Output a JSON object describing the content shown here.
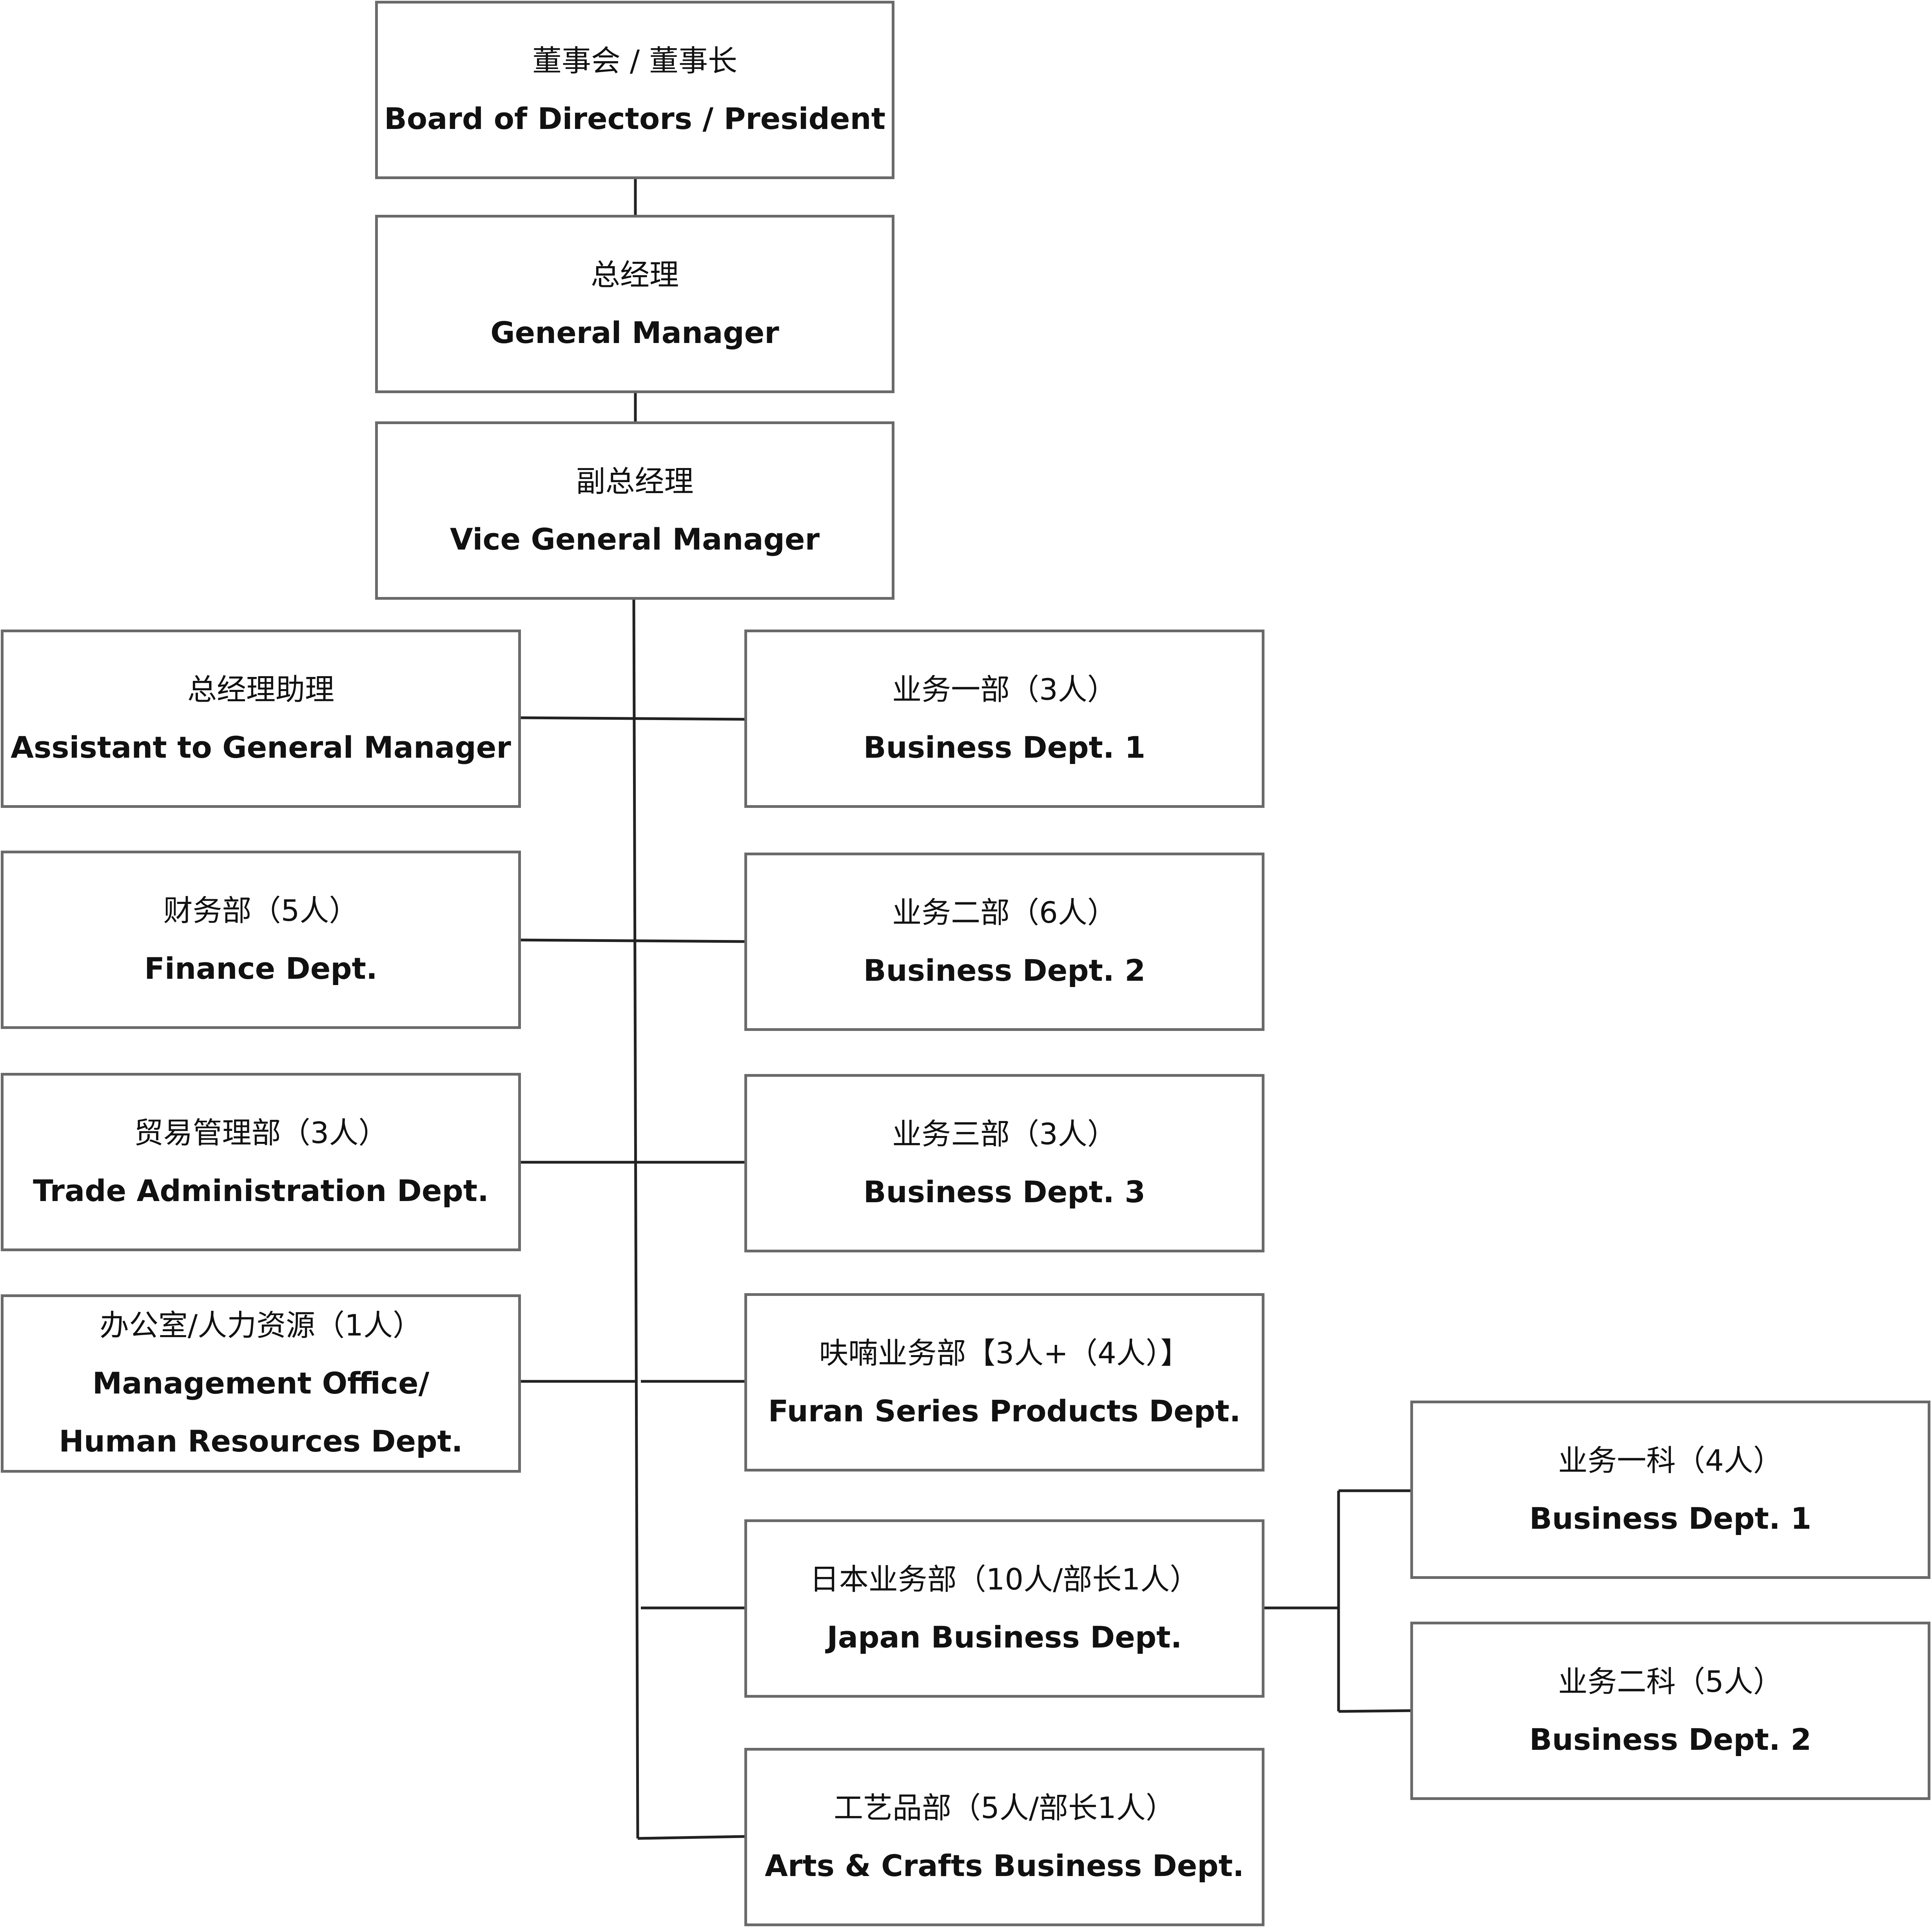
{
  "nodes": {
    "board": {
      "zh": "董事会 / 董事长",
      "en": "Board of Directors / President"
    },
    "gm": {
      "zh": "总经理",
      "en": "General Manager"
    },
    "vgm": {
      "zh": "副总经理",
      "en": "Vice General Manager"
    },
    "assistant": {
      "zh": "总经理助理",
      "en": "Assistant to General Manager"
    },
    "finance": {
      "zh": "财务部（5人）",
      "en": "Finance Dept."
    },
    "trade": {
      "zh": "贸易管理部（3人）",
      "en": "Trade Administration Dept."
    },
    "office": {
      "zh": "办公室/人力资源（1人）",
      "en1": "Management Office/",
      "en2": "Human Resources Dept."
    },
    "biz1": {
      "zh": "业务一部（3人）",
      "en": "Business Dept. 1"
    },
    "biz2": {
      "zh": "业务二部（6人）",
      "en": "Business Dept. 2"
    },
    "biz3": {
      "zh": "业务三部（3人）",
      "en": "Business Dept. 3"
    },
    "furan": {
      "zh": "呋喃业务部【3人+（4人）】",
      "en": "Furan Series Products Dept."
    },
    "japan": {
      "zh": "日本业务部（10人/部长1人）",
      "en": "Japan Business Dept."
    },
    "arts": {
      "zh": "工艺品部（5人/部长1人）",
      "en": "Arts & Crafts Business Dept."
    },
    "japan_sec1": {
      "zh": "业务一科（4人）",
      "en": "Business Dept. 1"
    },
    "japan_sec2": {
      "zh": "业务二科（5人）",
      "en": "Business Dept. 2"
    }
  },
  "edges": [
    [
      "board",
      "gm"
    ],
    [
      "gm",
      "vgm"
    ],
    [
      "vgm",
      "assistant"
    ],
    [
      "vgm",
      "finance"
    ],
    [
      "vgm",
      "trade"
    ],
    [
      "vgm",
      "office"
    ],
    [
      "vgm",
      "biz1"
    ],
    [
      "vgm",
      "biz2"
    ],
    [
      "vgm",
      "biz3"
    ],
    [
      "vgm",
      "furan"
    ],
    [
      "vgm",
      "japan"
    ],
    [
      "vgm",
      "arts"
    ],
    [
      "japan",
      "japan_sec1"
    ],
    [
      "japan",
      "japan_sec2"
    ]
  ]
}
